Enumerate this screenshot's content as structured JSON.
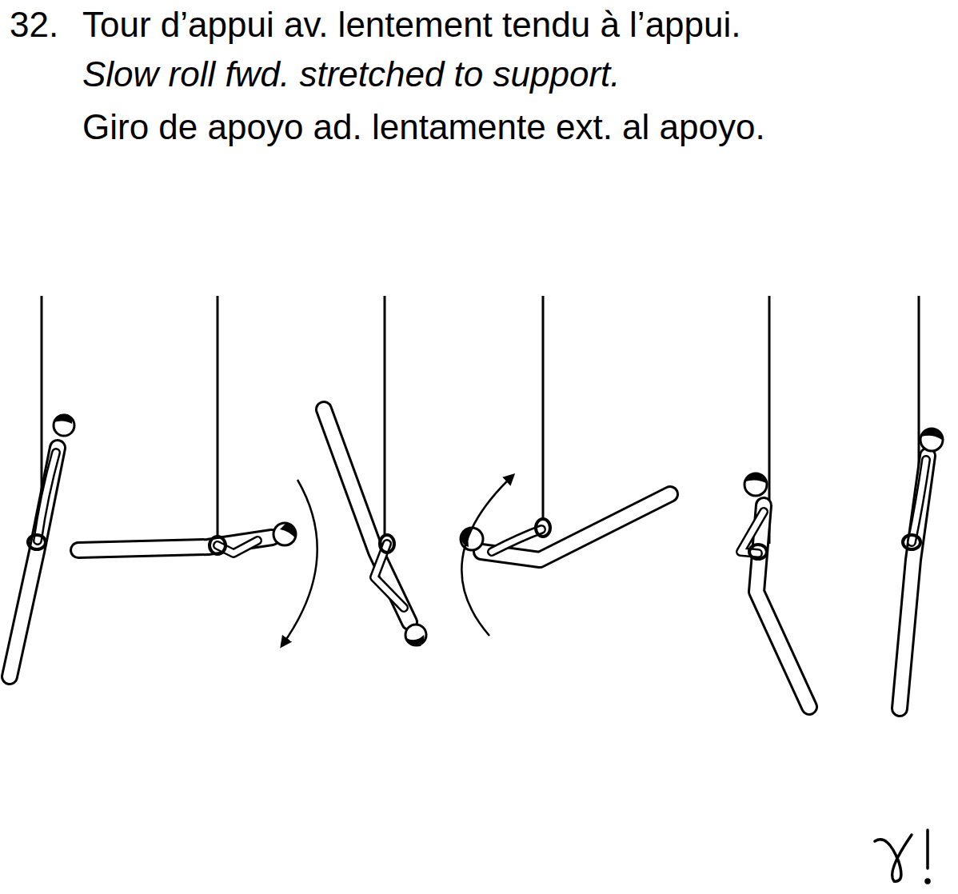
{
  "diagram": {
    "title": "Tour d’appui av. lentement tendu à l’appui.",
    "labels": [
      "32.",
      "Slow roll fwd. stretched to support.",
      "Giro de apoyo ad. lentamente ext. al apoyo."
    ]
  }
}
